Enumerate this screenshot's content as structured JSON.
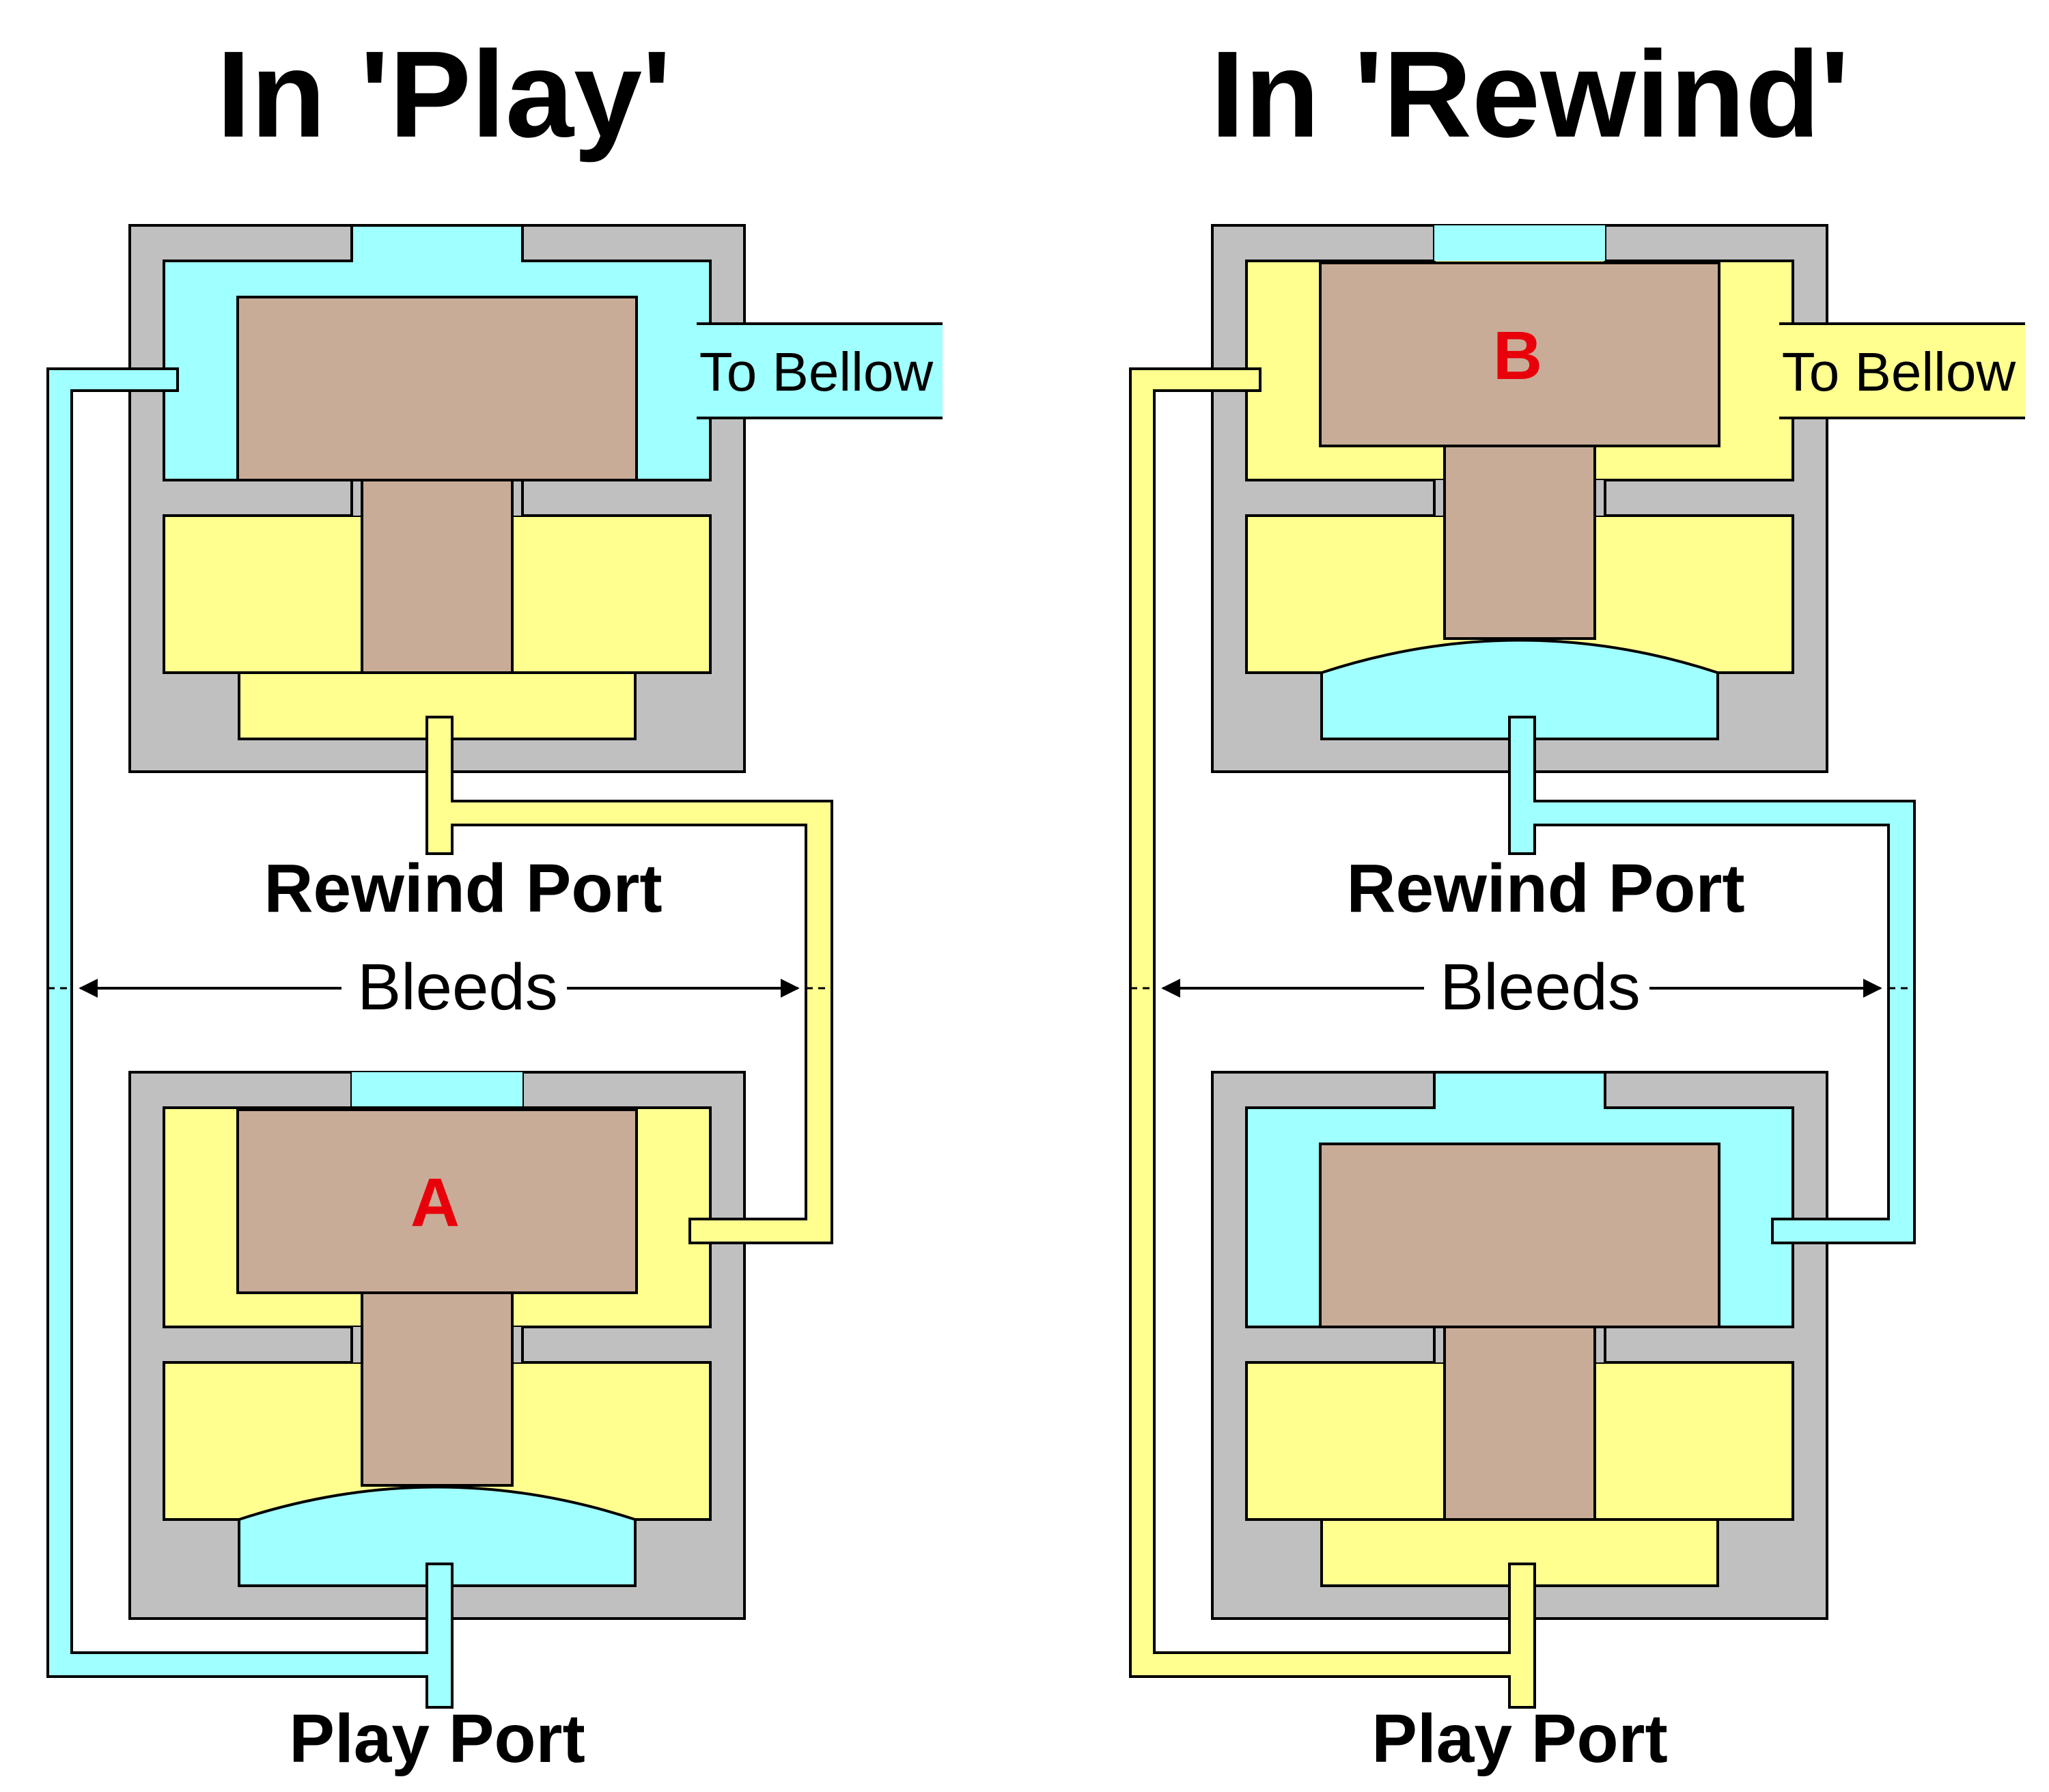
{
  "colors": {
    "pressure": "#a0ffff",
    "vacuum": "#ffff90",
    "body": "#c0c0c0",
    "piston": "#c9ac98",
    "letter": "#e8000a"
  },
  "panels": [
    {
      "title": "In 'Play'",
      "marker": "A",
      "bellow_label": "To Bellow",
      "rewind_port_label": "Rewind Port",
      "bleeds_label": "Bleeds",
      "play_port_label": "Play Port"
    },
    {
      "title": "In 'Rewind'",
      "marker": "B",
      "bellow_label": "To Bellow",
      "rewind_port_label": "Rewind Port",
      "bleeds_label": "Bleeds",
      "play_port_label": "Play Port"
    }
  ]
}
